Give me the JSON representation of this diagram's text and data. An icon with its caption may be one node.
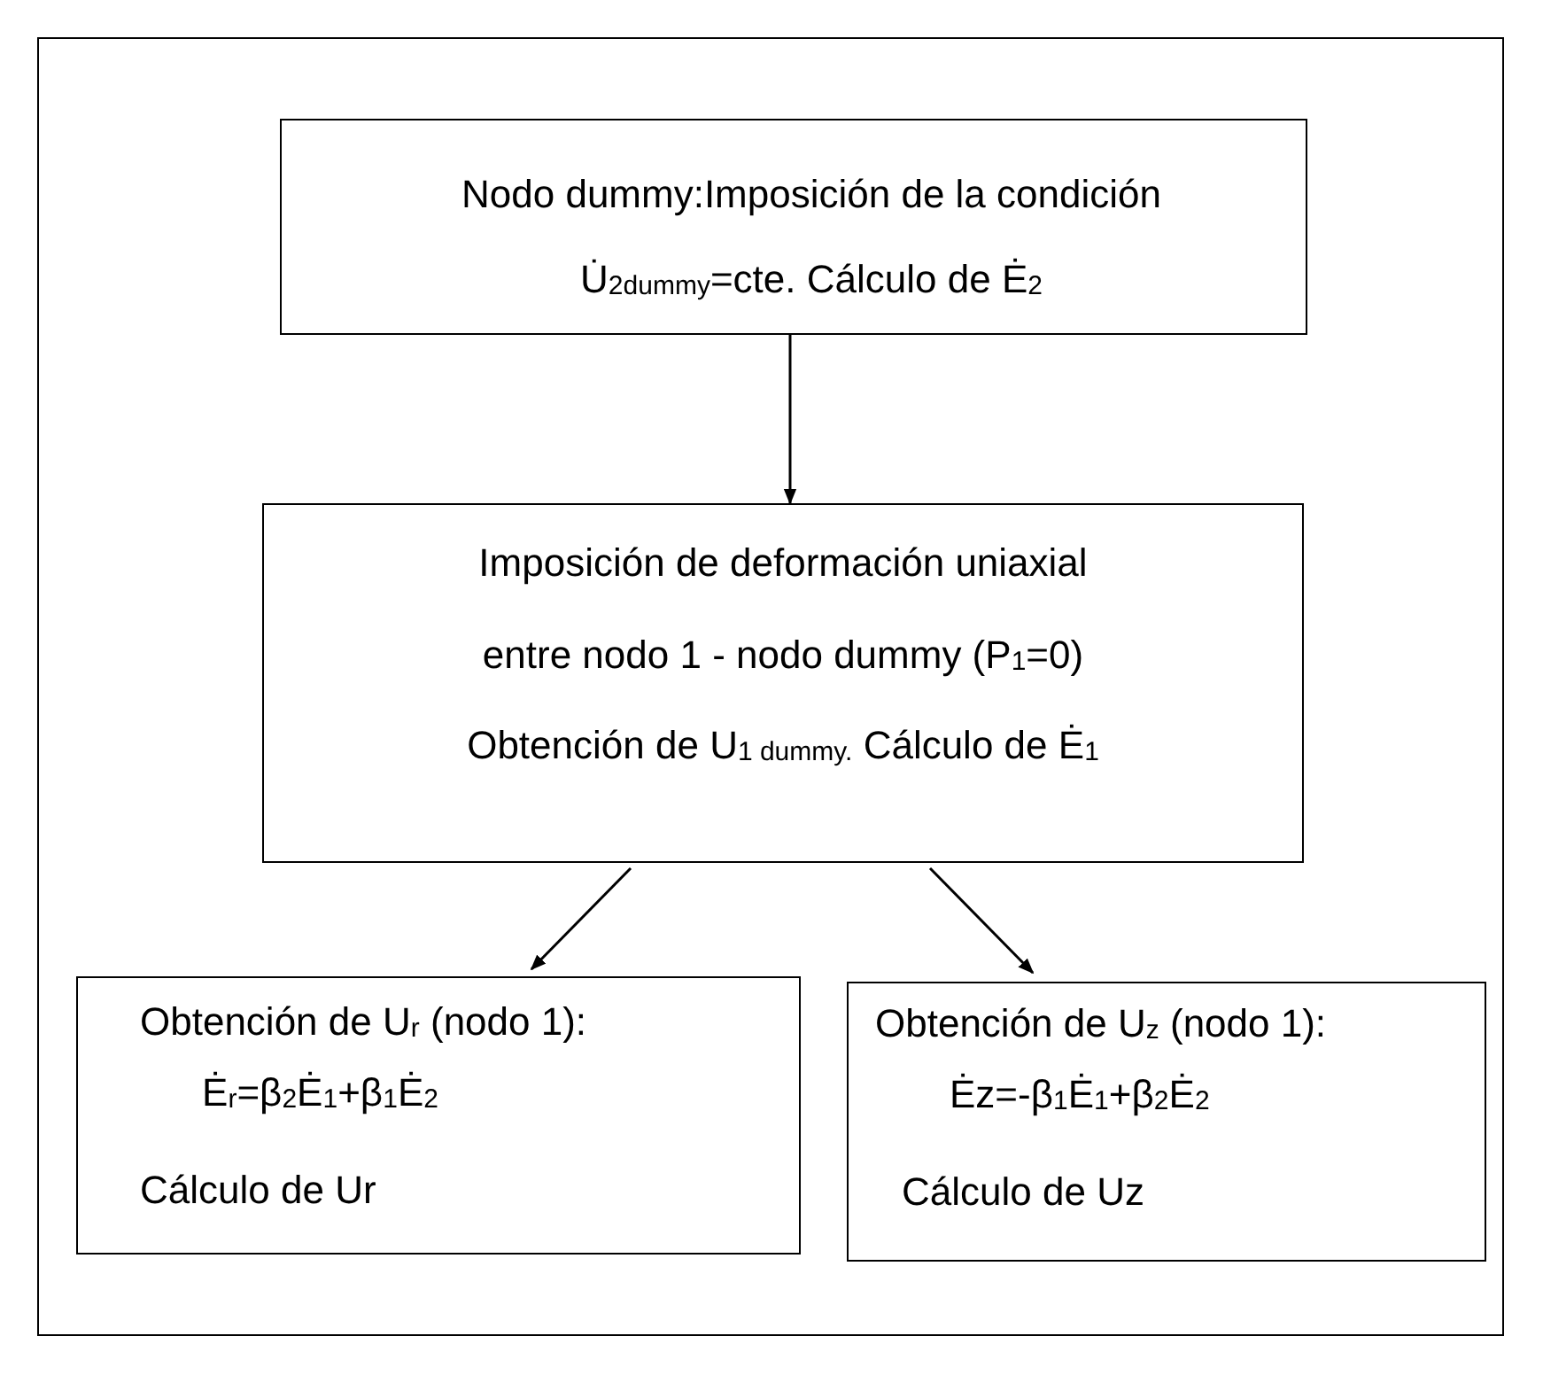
{
  "diagram": {
    "nodes": [
      {
        "text": [
          "Nodo dummy:Imposición de la condición U̇$_{2dummy}$=cte. Cálculo de Ė$_{2}$"
        ]
      },
      {
        "text": [
          "Imposición de deformación uniaxial",
          "entre nodo 1 - nodo dummy (P$_{1}$=0)",
          "Obtención de U$_{1 dummy.}$ Cálculo de Ė$_{1}$"
        ]
      },
      {
        "text": [
          "Obtención de U$_{r}$ (nodo 1):",
          "Ė$_{r}$=β$_{2}$Ė$_{1}$+β$_{1}$Ė$_{2}$",
          "Cálculo de Ur"
        ]
      },
      {
        "text": [
          "Obtención de U$_{z}$ (nodo 1):",
          "Ėz=-β$_{1}$Ė$_{1}$+β$_{2}$Ė$_{2}$",
          "Cálculo de Uz"
        ]
      }
    ],
    "edges": [
      {
        "from": 0,
        "to": 1,
        "arrow": "to"
      },
      {
        "from": 1,
        "to": 2,
        "arrow": "to"
      },
      {
        "from": 1,
        "to": 3,
        "arrow": "to"
      }
    ]
  }
}
